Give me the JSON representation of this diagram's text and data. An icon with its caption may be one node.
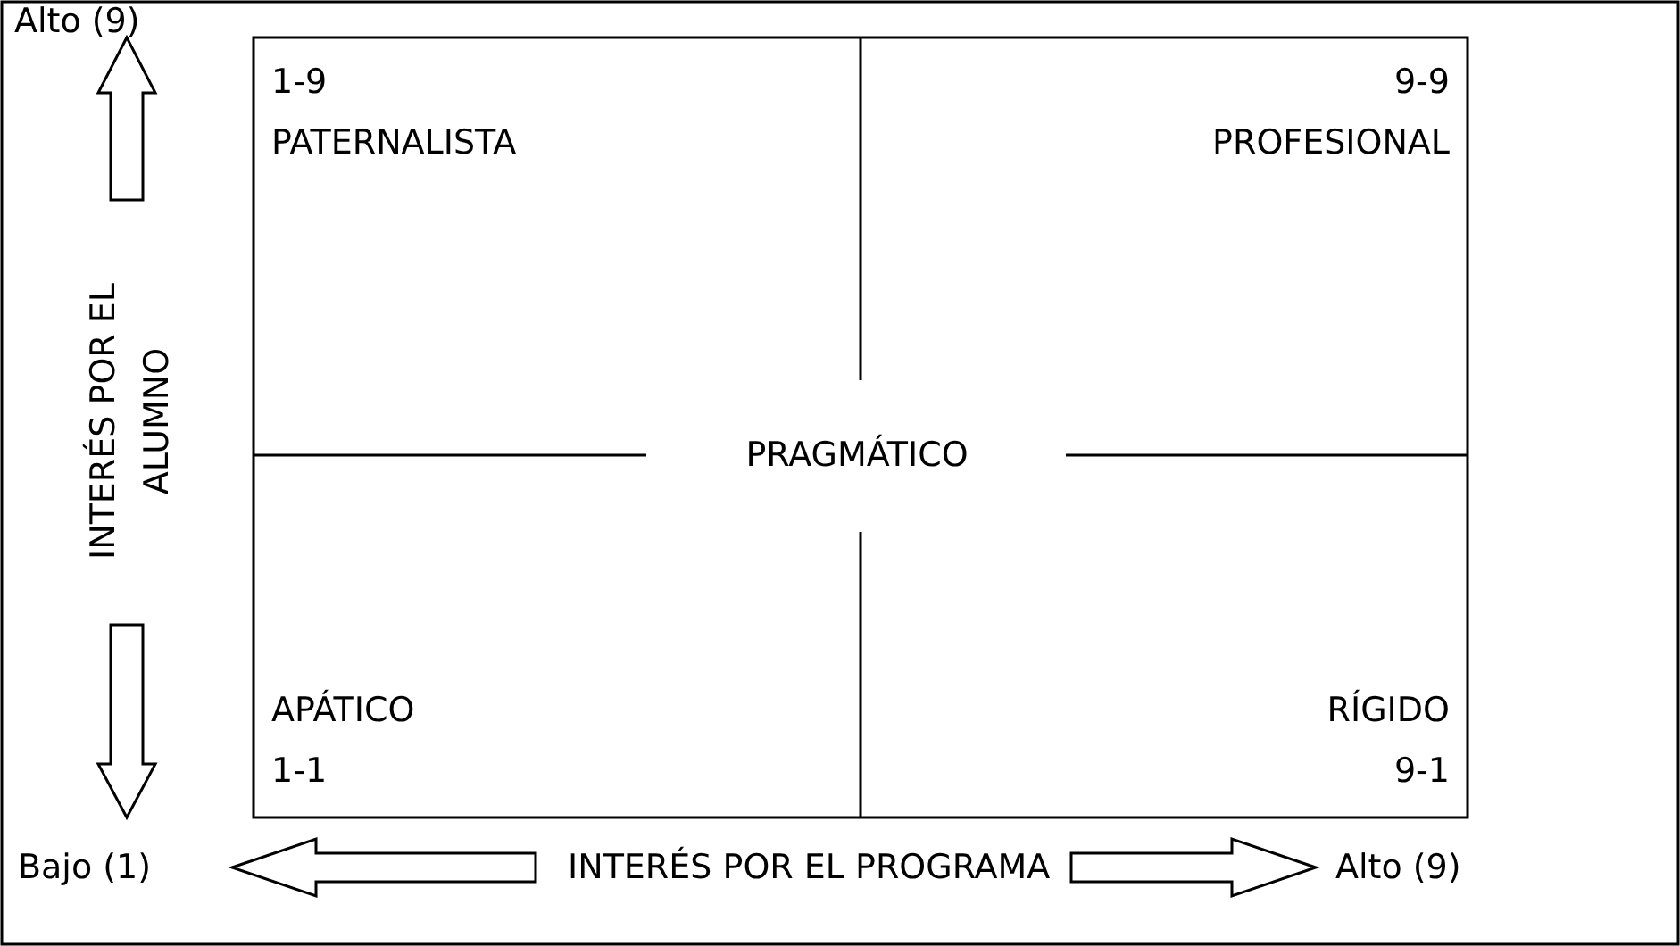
{
  "diagram": {
    "nodes": [
      {
        "text": [
          "1-9",
          "PATERNALISTA"
        ]
      },
      {
        "text": [
          "9-9",
          "PROFESIONAL"
        ]
      },
      {
        "text": [
          "APÁTICO",
          "1-1"
        ]
      },
      {
        "text": [
          "RÍGIDO",
          "9-1"
        ]
      }
    ],
    "edges": [],
    "labels": [
      "Alto (9)",
      "INTERÉS POR EL ALUMNO",
      "PRAGMÁTICO",
      "Bajo (1)",
      "INTERÉS POR EL PROGRAMA",
      "Alto (9)"
    ]
  }
}
